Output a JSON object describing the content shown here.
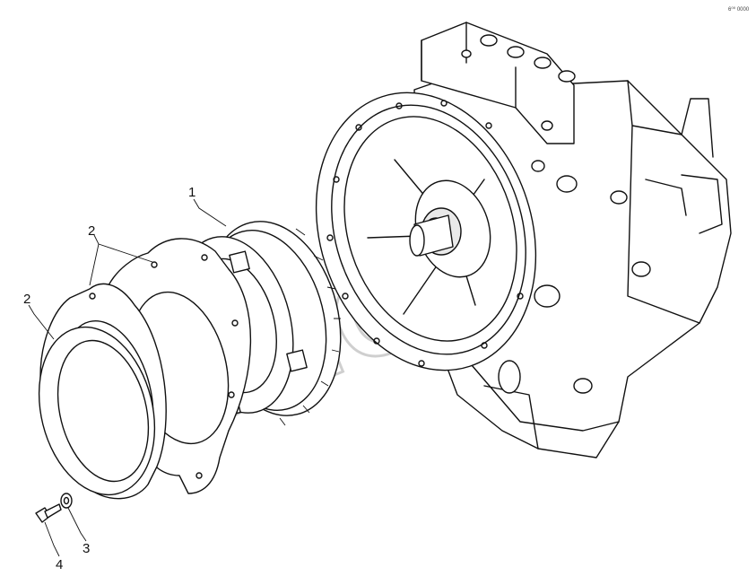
{
  "diagram": {
    "callouts": [
      {
        "id": "1",
        "text": "1"
      },
      {
        "id": "2a",
        "text": "2"
      },
      {
        "id": "2b",
        "text": "2"
      },
      {
        "id": "3",
        "text": "3"
      },
      {
        "id": "4",
        "text": "4"
      }
    ],
    "corner_code": "6⁰⁰ 0000",
    "watermark": "SDLG"
  }
}
